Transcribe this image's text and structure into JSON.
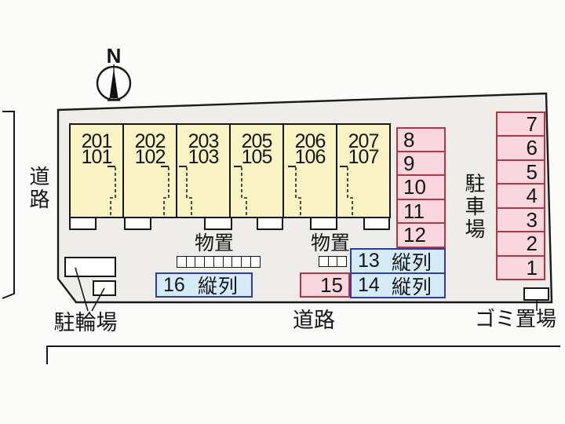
{
  "compass": {
    "north_label": "N"
  },
  "roads": {
    "left_label": "道路",
    "bottom_label": "道路"
  },
  "building": {
    "units": [
      {
        "upper": "201",
        "lower": "101"
      },
      {
        "upper": "202",
        "lower": "102"
      },
      {
        "upper": "203",
        "lower": "103"
      },
      {
        "upper": "205",
        "lower": "105"
      },
      {
        "upper": "206",
        "lower": "106"
      },
      {
        "upper": "207",
        "lower": "107"
      }
    ]
  },
  "storage_sheds": {
    "left_label": "物置",
    "right_label": "物置"
  },
  "parking_lot": {
    "area_label": "駐車場",
    "inner_column": [
      "8",
      "9",
      "10",
      "11",
      "12"
    ],
    "right_column": [
      "7",
      "6",
      "5",
      "4",
      "3",
      "2",
      "1"
    ],
    "tandem_13": {
      "number": "13",
      "label": "縦列"
    },
    "tandem_14": {
      "number": "14",
      "label": "縦列"
    },
    "tandem_16": {
      "number": "16",
      "label": "縦列"
    },
    "space_15": "15"
  },
  "bicycle_parking": {
    "label": "駐輪場"
  },
  "garbage_area": {
    "label": "ゴミ置場"
  },
  "colors": {
    "unit_fill": "#faf4c4",
    "space_fill": "#f8d8de",
    "space_border": "#b8333e",
    "tandem_fill": "#d5ebf8",
    "tandem_border": "#2b3ba8",
    "site_fill": "#eeedea",
    "outline": "#1a1a1a"
  }
}
